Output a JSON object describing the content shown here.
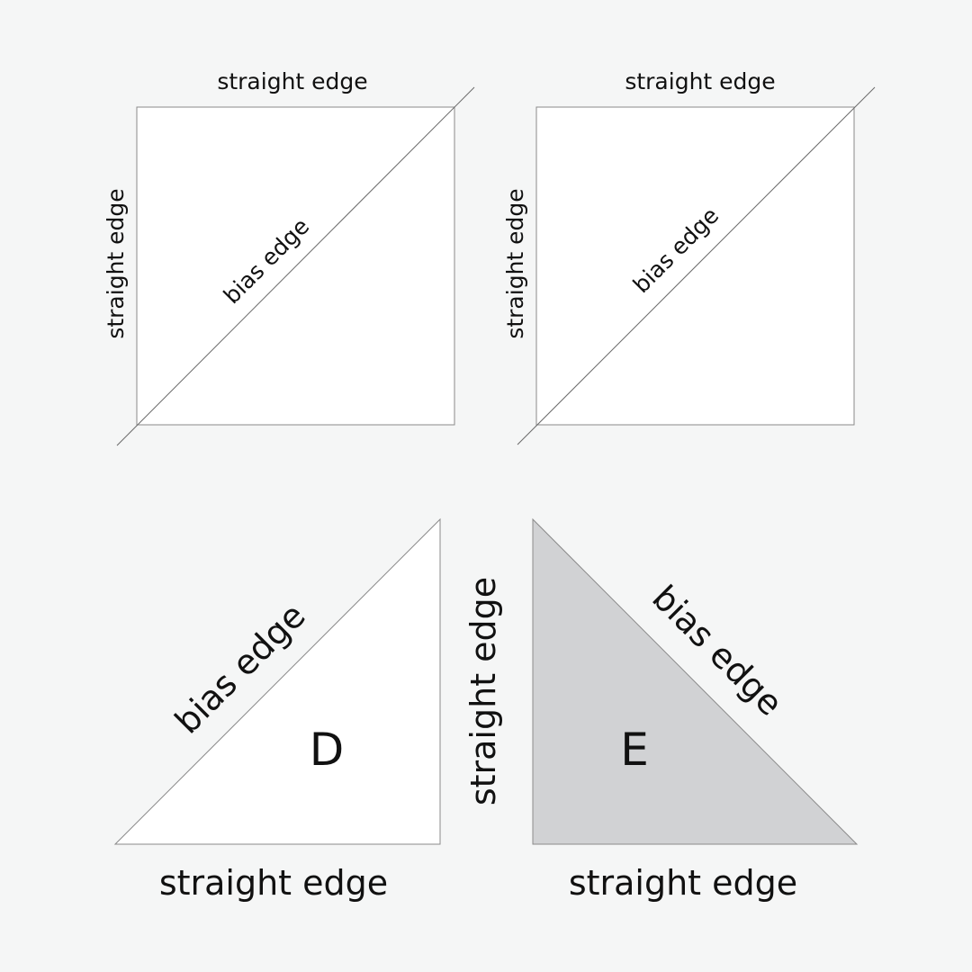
{
  "colors": {
    "background": "#f5f6f6",
    "piece_white": "#ffffff",
    "piece_gray": "#d1d2d4",
    "stroke": "#8a8a8a"
  },
  "square_left": {
    "top_label": "straight edge",
    "side_label": "straight edge",
    "diagonal_label": "bias edge"
  },
  "square_right": {
    "top_label": "straight edge",
    "side_label": "straight edge",
    "diagonal_label": "bias edge"
  },
  "triangle_d": {
    "letter": "D",
    "diagonal_label": "bias edge",
    "bottom_label": "straight edge"
  },
  "triangle_e": {
    "letter": "E",
    "diagonal_label": "bias edge",
    "bottom_label": "straight edge"
  },
  "middle_label": "straight edge"
}
